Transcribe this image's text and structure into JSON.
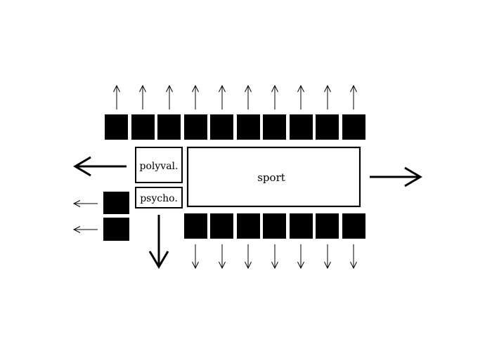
{
  "colors": {
    "ink": "#000000",
    "paper": "#ffffff"
  },
  "rooms": {
    "polyvalent": {
      "label": "polyval."
    },
    "psycho": {
      "label": "psycho."
    },
    "sport": {
      "label": "sport"
    }
  },
  "units": {
    "top_row_count": 10,
    "bottom_row_count": 7,
    "left_column_count": 2
  },
  "arrows": {
    "top_row": {
      "count": 10,
      "direction": "up"
    },
    "bottom_row": {
      "count": 7,
      "direction": "down"
    },
    "left_column": {
      "count": 2,
      "direction": "left"
    },
    "main_left": {
      "direction": "left"
    },
    "main_right": {
      "direction": "right"
    },
    "main_down": {
      "direction": "down"
    }
  }
}
